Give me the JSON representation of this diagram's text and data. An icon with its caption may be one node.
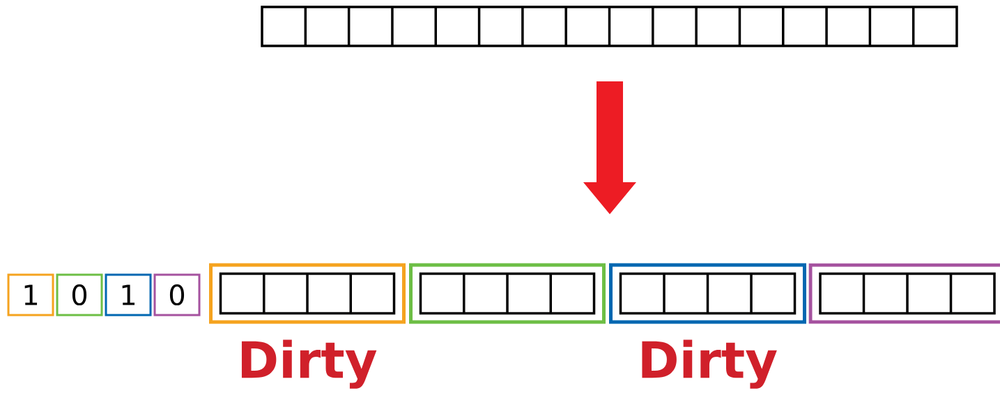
{
  "diagram": {
    "nodes": [
      {
        "text": [],
        "shape": "box"
      },
      {
        "text": [
          "1"
        ]
      },
      {
        "text": [
          "0"
        ]
      },
      {
        "text": [
          "1"
        ]
      },
      {
        "text": [
          "0"
        ]
      },
      {
        "text": [],
        "shape": "box",
        "beside": [
          "Dirty"
        ]
      },
      {
        "text": [],
        "shape": "box"
      },
      {
        "text": [],
        "shape": "box",
        "beside": [
          "Dirty"
        ]
      },
      {
        "text": [],
        "shape": "box"
      }
    ]
  }
}
